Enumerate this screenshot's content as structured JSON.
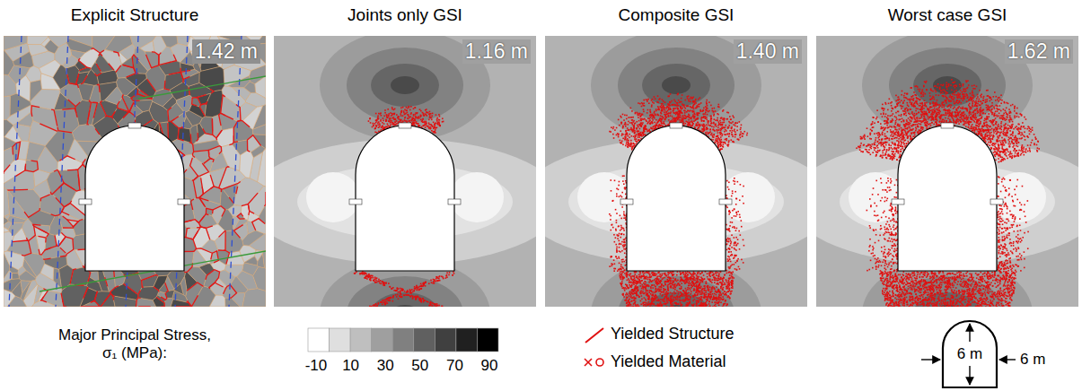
{
  "diagram": {
    "nodes": [
      {
        "text": [
          "Explicit Structure",
          "1.42 m"
        ]
      },
      {
        "text": [
          "Joints only GSI",
          "1.16 m"
        ]
      },
      {
        "text": [
          "Composite GSI",
          "1.40 m"
        ]
      },
      {
        "text": [
          "Worst case GSI",
          "1.62 m"
        ]
      }
    ],
    "labels": [
      "Major Principal Stress, σ₁ (MPa):",
      "-10",
      "10",
      "30",
      "50",
      "70",
      "90",
      "6 m",
      "6 m"
    ],
    "legend": [
      {
        "text": "Yielded Structure"
      },
      {
        "text": "Yielded Material"
      }
    ]
  }
}
